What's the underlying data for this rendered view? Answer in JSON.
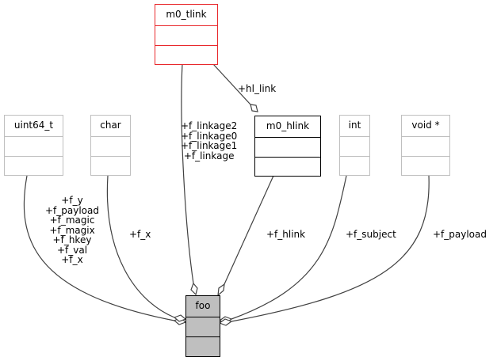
{
  "diagram": {
    "type": "collaboration-diagram",
    "nodes": {
      "m0_tlink": {
        "label": "m0_tlink",
        "color": "#e8292d"
      },
      "m0_hlink": {
        "label": "m0_hlink",
        "color": "#000000"
      },
      "uint64_t": {
        "label": "uint64_t",
        "color": "#bfbfbf"
      },
      "char": {
        "label": "char",
        "color": "#bfbfbf"
      },
      "int": {
        "label": "int",
        "color": "#bfbfbf"
      },
      "void_ptr": {
        "label": "void *",
        "color": "#bfbfbf"
      },
      "foo": {
        "label": "foo",
        "color": "#000000",
        "fill": "#bfbfbf"
      }
    },
    "edges": {
      "tlink_to_hlink": {
        "from": "m0_tlink",
        "to": "m0_hlink",
        "labels": [
          "+hl_link"
        ]
      },
      "tlink_to_foo": {
        "from": "m0_tlink",
        "to": "foo",
        "labels": [
          "+f_linkage2",
          "+f_linkage0",
          "+f_linkage1",
          "+f_linkage"
        ]
      },
      "hlink_to_foo": {
        "from": "m0_hlink",
        "to": "foo",
        "labels": [
          "+f_hlink"
        ]
      },
      "uint64_to_foo": {
        "from": "uint64_t",
        "to": "foo",
        "labels": [
          "+f_y",
          "+f_payload",
          "+f_magic",
          "+f_magix",
          "+f_hkey",
          "+f_val",
          "+f_x"
        ]
      },
      "char_to_foo": {
        "from": "char",
        "to": "foo",
        "labels": [
          "+f_x"
        ]
      },
      "int_to_foo": {
        "from": "int",
        "to": "foo",
        "labels": [
          "+f_subject"
        ]
      },
      "void_to_foo": {
        "from": "void_ptr",
        "to": "foo",
        "labels": [
          "+f_payload"
        ]
      }
    },
    "edge_color": "#404040"
  }
}
